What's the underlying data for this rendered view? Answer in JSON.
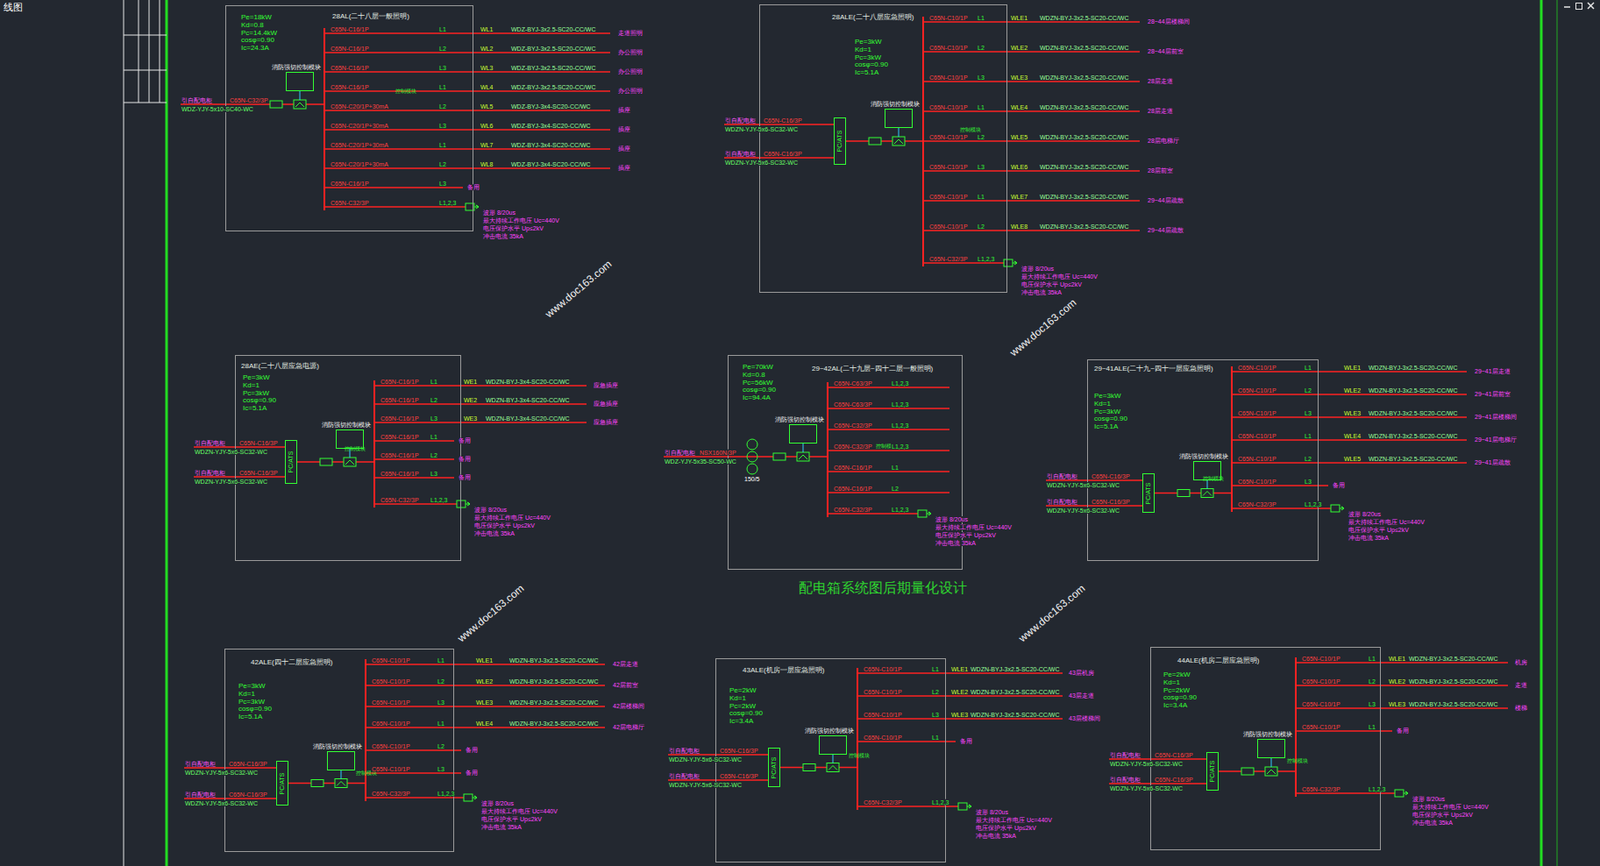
{
  "diagram": {
    "caption": "配电箱系统图后期量化设计",
    "nodes": [
      {
        "text": [
          "28AL(二十八层一般照明)",
          "Pe=18kW Kd=0.8 Pc=14.4kW cosφ=0.90 Ic=24.3A"
        ]
      },
      {
        "text": [
          "控制模块"
        ],
        "in": 0
      },
      {
        "text": [
          "28ALE(二十八层应急照明)",
          "Pe=3kW Kd=1 Pc=3kW cosφ=0.90 Ic=5.1A"
        ]
      },
      {
        "text": [
          "PC/ATS"
        ],
        "in": 2
      },
      {
        "text": [
          "控制模块"
        ],
        "in": 2
      },
      {
        "text": [
          "28AE(二十八层应急电源)",
          "Pe=3kW Kd=1 Pc=3kW cosφ=0.90 Ic=5.1A"
        ]
      },
      {
        "text": [
          "PC/ATS"
        ],
        "in": 5
      },
      {
        "text": [
          "控制模块"
        ],
        "in": 5
      },
      {
        "text": [
          "29~42AL(二十九层~四十二层一般照明)",
          "Pe=70kW Kd=0.8 Pc=56kW cosφ=0.90 Ic=94.4A"
        ]
      },
      {
        "text": [
          "控制模块"
        ],
        "in": 8
      },
      {
        "text": [
          "29~41ALE(二十九~四十一层应急照明)",
          "Pe=3kW Kd=1 Pc=3kW cosφ=0.90 Ic=5.1A"
        ]
      },
      {
        "text": [
          "PC/ATS"
        ],
        "in": 10
      },
      {
        "text": [
          "控制模块"
        ],
        "in": 10
      },
      {
        "text": [
          "42ALE(四十二层应急照明)",
          "Pe=3kW Kd=1 Pc=3kW cosφ=0.90 Ic=5.1A"
        ]
      },
      {
        "text": [
          "PC/ATS"
        ],
        "in": 13
      },
      {
        "text": [
          "控制模块"
        ],
        "in": 13
      },
      {
        "text": [
          "43ALE(机房一层应急照明)",
          "Pe=2kW Kd=1 Pc=2kW cosφ=0.90 Ic=3.4A"
        ]
      },
      {
        "text": [
          "PC/ATS"
        ],
        "in": 16
      },
      {
        "text": [
          "控制模块"
        ],
        "in": 16
      },
      {
        "text": [
          "44ALE(机房二层应急照明)",
          "Pe=2kW Kd=1 Pc=2kW cosφ=0.90 Ic=3.4A"
        ]
      },
      {
        "text": [
          "PC/ATS"
        ],
        "in": 19
      },
      {
        "text": [
          "控制模块"
        ],
        "in": 19
      }
    ],
    "labels": [
      "线图",
      "引自配电柜",
      "C65N-C32/3P",
      "WDZ-YJY-5x10-SC40-WC",
      "消防强切控制模块",
      "C65N-C16/1P",
      "L1",
      "WL1",
      "WDZ-BYJ-3x2.5-SC20-CC/WC",
      "走道照明",
      "C65N-C16/1P",
      "L2",
      "WL2",
      "WDZ-BYJ-3x2.5-SC20-CC/WC",
      "办公照明",
      "C65N-C16/1P",
      "L3",
      "WL3",
      "WDZ-BYJ-3x2.5-SC20-CC/WC",
      "办公照明",
      "C65N-C16/1P",
      "L1",
      "WL4",
      "WDZ-BYJ-3x2.5-SC20-CC/WC",
      "办公照明",
      "C65N-C20/1P+30mA",
      "L2",
      "WL5",
      "WDZ-BYJ-3x4-SC20-CC/WC",
      "插座",
      "C65N-C20/1P+30mA",
      "L3",
      "WL6",
      "WDZ-BYJ-3x4-SC20-CC/WC",
      "插座",
      "C65N-C20/1P+30mA",
      "L1",
      "WL7",
      "WDZ-BYJ-3x4-SC20-CC/WC",
      "插座",
      "C65N-C20/1P+30mA",
      "L2",
      "WL8",
      "WDZ-BYJ-3x4-SC20-CC/WC",
      "插座",
      "C65N-C16/1P",
      "L3",
      "备用",
      "C65N-C32/3P",
      "L1,2,3",
      "波形 8/20us",
      "最大持续工作电压 Uc=440V",
      "电压保护水平 Up≤2kV",
      "冲击电流 35kA",
      "引自配电柜",
      "C65N-C16/3P",
      "WDZN-YJY-5x6-SC32-WC",
      "引自配电柜",
      "C65N-C16/3P",
      "WDZN-YJY-5x6-SC32-WC",
      "消防强切控制模块",
      "C65N-C10/1P",
      "L1",
      "WLE1",
      "WDZN-BYJ-3x2.5-SC20-CC/WC",
      "28~44层楼梯间",
      "C65N-C10/1P",
      "L2",
      "WLE2",
      "WDZN-BYJ-3x2.5-SC20-CC/WC",
      "28~44层前室",
      "C65N-C10/1P",
      "L3",
      "WLE3",
      "WDZN-BYJ-3x2.5-SC20-CC/WC",
      "28层走道",
      "C65N-C10/1P",
      "L1",
      "WLE4",
      "WDZN-BYJ-3x2.5-SC20-CC/WC",
      "28层走道",
      "C65N-C10/1P",
      "L2",
      "WLE5",
      "WDZN-BYJ-3x2.5-SC20-CC/WC",
      "28层电梯厅",
      "C65N-C10/1P",
      "L3",
      "WLE6",
      "WDZN-BYJ-3x2.5-SC20-CC/WC",
      "28层前室",
      "C65N-C10/1P",
      "L1",
      "WLE7",
      "WDZN-BYJ-3x2.5-SC20-CC/WC",
      "29~44层疏散",
      "C65N-C10/1P",
      "L2",
      "WLE8",
      "WDZN-BYJ-3x2.5-SC20-CC/WC",
      "29~44层疏散",
      "C65N-C32/3P",
      "L1,2,3",
      "波形 8/20us",
      "最大持续工作电压 Uc=440V",
      "电压保护水平 Up≤2kV",
      "冲击电流 35kA",
      "引自配电柜",
      "C65N-C16/3P",
      "WDZN-YJY-5x6-SC32-WC",
      "引自配电柜",
      "C65N-C16/3P",
      "WDZN-YJY-5x6-SC32-WC",
      "消防强切控制模块",
      "C65N-C16/1P",
      "L1",
      "WE1",
      "WDZN-BYJ-3x4-SC20-CC/WC",
      "应急插座",
      "C65N-C16/1P",
      "L2",
      "WE2",
      "WDZN-BYJ-3x4-SC20-CC/WC",
      "应急插座",
      "C65N-C16/1P",
      "L3",
      "WE3",
      "WDZN-BYJ-3x4-SC20-CC/WC",
      "应急插座",
      "C65N-C16/1P",
      "L1",
      "备用",
      "C65N-C16/1P",
      "L2",
      "备用",
      "C65N-C16/1P",
      "L3",
      "备用",
      "C65N-C32/3P",
      "L1,2,3",
      "波形 8/20us",
      "最大持续工作电压 Uc=440V",
      "电压保护水平 Up≤2kV",
      "冲击电流 35kA",
      "引自配电柜",
      "NSX160N/3P",
      "WDZ-YJY-5x35-SC50-WC",
      "消防强切控制模块",
      "150/5",
      "C65N-C63/3P",
      "L1,2,3",
      "C65N-C63/3P",
      "L1,2,3",
      "C65N-C32/3P",
      "L1,2,3",
      "C65N-C32/3P",
      "L1,2,3",
      "C65N-C16/1P",
      "L1",
      "C65N-C16/1P",
      "L2",
      "C65N-C32/3P",
      "L1,2,3",
      "波形 8/20us",
      "最大持续工作电压 Uc=440V",
      "电压保护水平 Up≤2kV",
      "冲击电流 35kA",
      "引自配电柜",
      "C65N-C16/3P",
      "WDZN-YJY-5x6-SC32-WC",
      "引自配电柜",
      "C65N-C16/3P",
      "WDZN-YJY-5x6-SC32-WC",
      "消防强切控制模块",
      "C65N-C10/1P",
      "L1",
      "WLE1",
      "WDZN-BYJ-3x2.5-SC20-CC/WC",
      "29~41层走道",
      "C65N-C10/1P",
      "L2",
      "WLE2",
      "WDZN-BYJ-3x2.5-SC20-CC/WC",
      "29~41层前室",
      "C65N-C10/1P",
      "L3",
      "WLE3",
      "WDZN-BYJ-3x2.5-SC20-CC/WC",
      "29~41层楼梯间",
      "C65N-C10/1P",
      "L1",
      "WLE4",
      "WDZN-BYJ-3x2.5-SC20-CC/WC",
      "29~41层电梯厅",
      "C65N-C10/1P",
      "L2",
      "WLE5",
      "WDZN-BYJ-3x2.5-SC20-CC/WC",
      "29~41层疏散",
      "C65N-C10/1P",
      "L3",
      "备用",
      "C65N-C32/3P",
      "L1,2,3",
      "波形 8/20us",
      "最大持续工作电压 Uc=440V",
      "电压保护水平 Up≤2kV",
      "冲击电流 35kA",
      "引自配电柜",
      "C65N-C16/3P",
      "WDZN-YJY-5x6-SC32-WC",
      "引自配电柜",
      "C65N-C16/3P",
      "WDZN-YJY-5x6-SC32-WC",
      "消防强切控制模块",
      "C65N-C10/1P",
      "L1",
      "WLE1",
      "WDZN-BYJ-3x2.5-SC20-CC/WC",
      "42层走道",
      "C65N-C10/1P",
      "L2",
      "WLE2",
      "WDZN-BYJ-3x2.5-SC20-CC/WC",
      "42层前室",
      "C65N-C10/1P",
      "L3",
      "WLE3",
      "WDZN-BYJ-3x2.5-SC20-CC/WC",
      "42层楼梯间",
      "C65N-C10/1P",
      "L1",
      "WLE4",
      "WDZN-BYJ-3x2.5-SC20-CC/WC",
      "42层电梯厅",
      "C65N-C10/1P",
      "L2",
      "备用",
      "C65N-C10/1P",
      "L3",
      "备用",
      "C65N-C32/3P",
      "L1,2,3",
      "波形 8/20us",
      "最大持续工作电压 Uc=440V",
      "电压保护水平 Up≤2kV",
      "冲击电流 35kA",
      "引自配电柜",
      "C65N-C16/3P",
      "WDZN-YJY-5x6-SC32-WC",
      "引自配电柜",
      "C65N-C16/3P",
      "WDZN-YJY-5x6-SC32-WC",
      "消防强切控制模块",
      "C65N-C10/1P",
      "L1",
      "WLE1",
      "WDZN-BYJ-3x2.5-SC20-CC/WC",
      "43层机房",
      "C65N-C10/1P",
      "L2",
      "WLE2",
      "WDZN-BYJ-3x2.5-SC20-CC/WC",
      "43层走道",
      "C65N-C10/1P",
      "L3",
      "WLE3",
      "WDZN-BYJ-3x2.5-SC20-CC/WC",
      "43层楼梯间",
      "C65N-C10/1P",
      "L1",
      "备用",
      "C65N-C32/3P",
      "L1,2,3",
      "波形 8/20us",
      "最大持续工作电压 Uc=440V",
      "电压保护水平 Up≤2kV",
      "冲击电流 35kA",
      "引自配电柜",
      "C65N-C16/3P",
      "WDZN-YJY-5x6-SC32-WC",
      "引自配电柜",
      "C65N-C16/3P",
      "WDZN-YJY-5x6-SC32-WC",
      "消防强切控制模块",
      "C65N-C10/1P",
      "L1",
      "WLE1",
      "WDZN-BYJ-3x2.5-SC20-CC/WC",
      "机房",
      "C65N-C10/1P",
      "L2",
      "WLE2",
      "WDZN-BYJ-3x2.5-SC20-CC/WC",
      "走道",
      "C65N-C10/1P",
      "L3",
      "WLE3",
      "WDZN-BYJ-3x2.5-SC20-CC/WC",
      "楼梯",
      "C65N-C10/1P",
      "L1",
      "备用",
      "C65N-C32/3P",
      "L1,2,3",
      "波形 8/20us",
      "最大持续工作电压 Uc=440V",
      "电压保护水平 Up≤2kV",
      "冲击电流 35kA",
      "www.doc163.com",
      "www.doc163.com",
      "www.doc163.com",
      "www.doc163.com"
    ]
  }
}
